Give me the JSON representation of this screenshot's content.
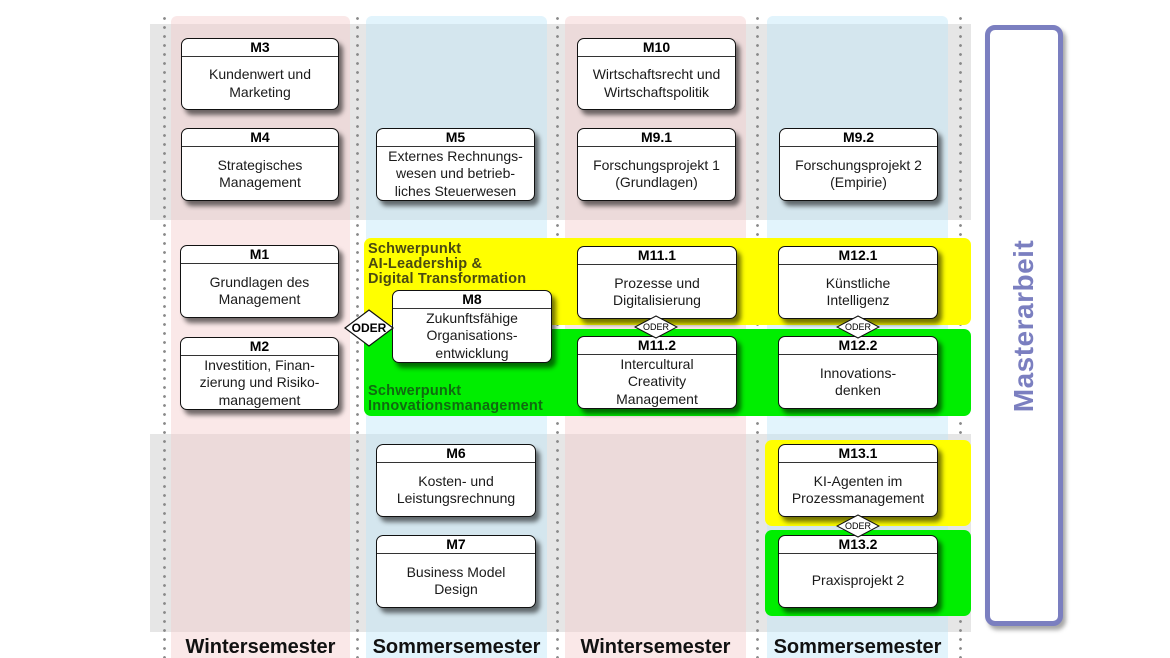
{
  "colors": {
    "winter_stripe": "#f4cdcd",
    "summer_stripe": "#bee6f8",
    "block_band": "#e6e6e6",
    "spec_ai": "#ffff00",
    "spec_innovation": "#00ee00",
    "master_accent": "#7b7fc0"
  },
  "semesters": [
    {
      "label": "Wintersemester"
    },
    {
      "label": "Sommersemester"
    },
    {
      "label": "Wintersemester"
    },
    {
      "label": "Sommersemester"
    }
  ],
  "specializations": {
    "ai": {
      "label": "Schwerpunkt\nAI-Leadership &\nDigital Transformation"
    },
    "innovation": {
      "label": "Schwerpunkt\nInnovationsmanagement"
    }
  },
  "oder_label": "ODER",
  "modules": {
    "m3": {
      "code": "M3",
      "title": "Kundenwert und\nMarketing"
    },
    "m4": {
      "code": "M4",
      "title": "Strategisches\nManagement"
    },
    "m5": {
      "code": "M5",
      "title": "Externes Rechnungs-\nwesen und betrieb-\nliches Steuerwesen"
    },
    "m10": {
      "code": "M10",
      "title": "Wirtschaftsrecht und\nWirtschaftspolitik"
    },
    "m91": {
      "code": "M9.1",
      "title": "Forschungsprojekt 1\n(Grundlagen)"
    },
    "m92": {
      "code": "M9.2",
      "title": "Forschungsprojekt 2\n(Empirie)"
    },
    "m1": {
      "code": "M1",
      "title": "Grundlagen des\nManagement"
    },
    "m2": {
      "code": "M2",
      "title": "Investition, Finan-\nzierung und Risiko-\nmanagement"
    },
    "m8": {
      "code": "M8",
      "title": "Zukunftsfähige\nOrganisations-\nentwicklung"
    },
    "m111": {
      "code": "M11.1",
      "title": "Prozesse und\nDigitalisierung"
    },
    "m112": {
      "code": "M11.2",
      "title": "Intercultural\nCreativity\nManagement"
    },
    "m121": {
      "code": "M12.1",
      "title": "Künstliche\nIntelligenz"
    },
    "m122": {
      "code": "M12.2",
      "title": "Innovations-\ndenken"
    },
    "m6": {
      "code": "M6",
      "title": "Kosten- und\nLeistungsrechnung"
    },
    "m7": {
      "code": "M7",
      "title": "Business Model\nDesign"
    },
    "m131": {
      "code": "M13.1",
      "title": "KI-Agenten im\nProzessmanagement"
    },
    "m132": {
      "code": "M13.2",
      "title": "Praxisprojekt 2"
    }
  },
  "master_thesis": {
    "label": "Masterarbeit"
  }
}
